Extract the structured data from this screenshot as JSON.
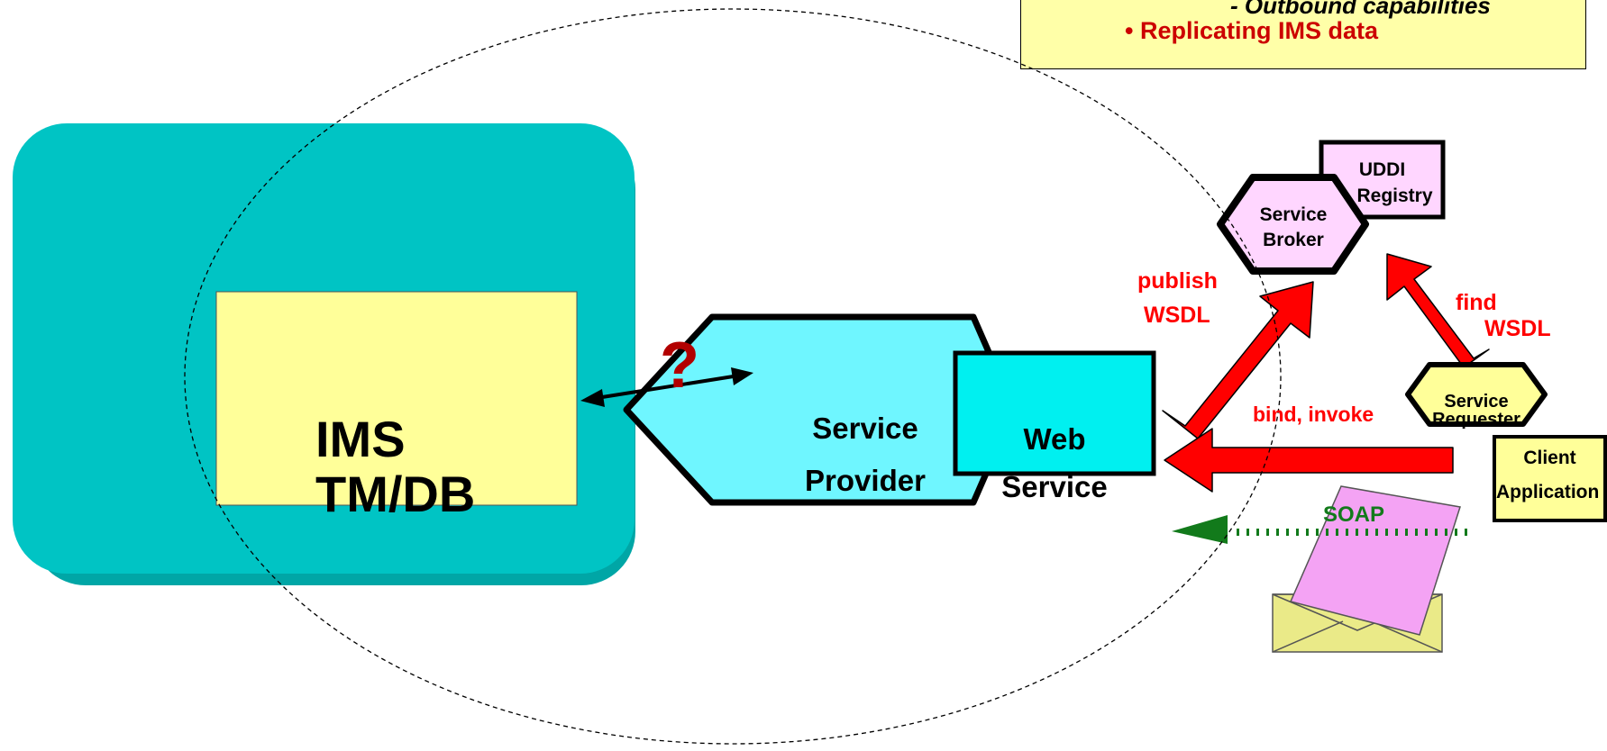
{
  "colors": {
    "ims_box_bg": "#00c4c4",
    "ims_label_bg": "#ffff99",
    "provider_fill": "#6ff6ff",
    "webservice_fill": "#00f0f0",
    "broker_fill": "#ffd6ff",
    "requester_fill": "#ffff99",
    "arrow_red": "#ff0000",
    "soap_green": "#127a1b",
    "note_bg": "#ffffa8",
    "note_highlight": "#cc0000"
  },
  "note": {
    "line1": "- Outbound capabilities",
    "line2": "• Replicating IMS data"
  },
  "ims": {
    "line1": "IMS",
    "line2": "TM/DB"
  },
  "question_mark": "?",
  "service_provider": {
    "line1": "Service",
    "line2": "Provider"
  },
  "web_service": {
    "line1": "Web",
    "line2": "Service"
  },
  "uddi": {
    "line1": "UDDI",
    "line2": "Registry"
  },
  "service_broker": {
    "line1": "Service",
    "line2": "Broker"
  },
  "service_requester": {
    "line1": "Service",
    "line2": "Requester"
  },
  "client_app": {
    "line1": "Client",
    "line2": "Application"
  },
  "labels": {
    "publish1": "publish",
    "publish2": "WSDL",
    "find1": "find",
    "find2": "WSDL",
    "bind": "bind, invoke",
    "soap": "SOAP"
  },
  "icons": [
    "envelope-icon",
    "red-arrow-icon",
    "dotted-arrow-icon"
  ]
}
